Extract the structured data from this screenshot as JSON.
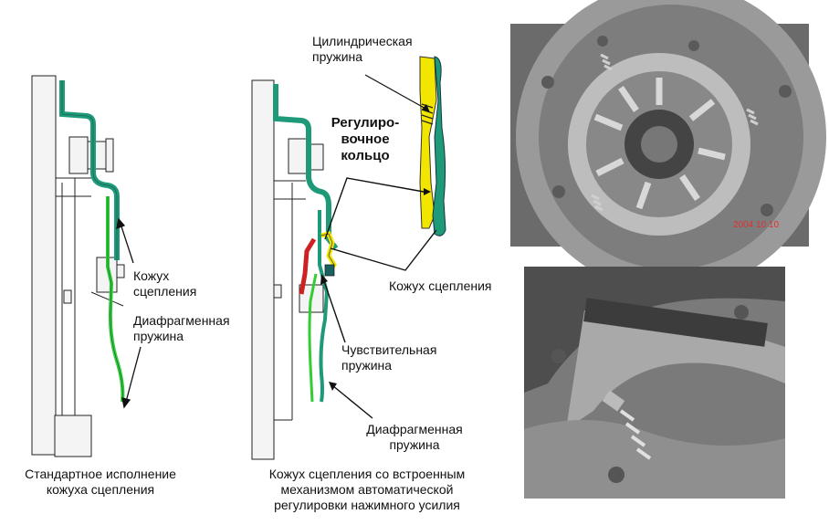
{
  "labels": {
    "cylindrical_spring": [
      "Цилиндрическая",
      "пружина"
    ],
    "adjusting_ring": [
      "Регулиро-",
      "вочное",
      "кольцо"
    ],
    "clutch_cover_left": [
      "Кожух",
      "сцепления"
    ],
    "diaphragm_spring_left": [
      "Диафрагменная",
      "пружина"
    ],
    "clutch_cover_right": "Кожух сцепления",
    "sensitive_spring": [
      "Чувствительная",
      "пружина"
    ],
    "diaphragm_spring_right": [
      "Диафрагменная",
      "пружина"
    ],
    "caption_standard": [
      "Стандартное исполнение",
      "кожуха сцепления"
    ],
    "caption_integrated": [
      "Кожух сцепления со встроенным",
      "механизмом автоматической",
      "регулировки нажимного усилия"
    ],
    "photo_timestamp": "2004 10 10"
  },
  "colors": {
    "cover_green": "#1f9a78",
    "diaphragm_green": "#33cc33",
    "adjuster_yellow": "#f2e600",
    "sensor_red": "#cc2222",
    "outline": "#222222"
  }
}
